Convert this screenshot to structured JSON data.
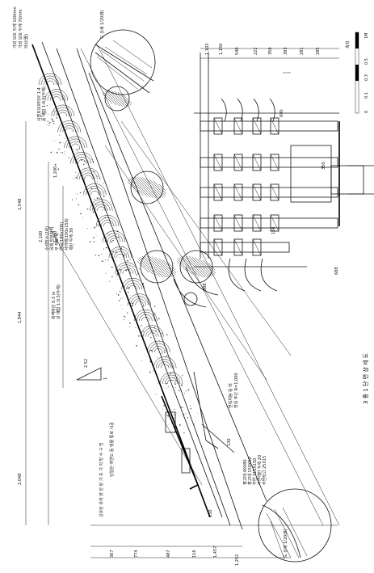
{
  "dimensions": {
    "left_chain": [
      "2,048",
      "1,944",
      "1,548",
      "2,100",
      "1,200",
      "1,200"
    ],
    "bottom_chain": [
      "367",
      "774",
      "487",
      "116",
      "1,457",
      "1,252"
    ],
    "top_chain": [
      "1,103",
      "1,150",
      "540",
      "222",
      "350",
      "383",
      "281",
      "285"
    ],
    "misc": [
      "888",
      "688",
      "166",
      "690",
      "350",
      "130",
      "150"
    ]
  },
  "slope": {
    "ratio": "2.52",
    "base": "1"
  },
  "labels": {
    "detail_top": "도 상세 1/20(B)",
    "detail_bottom": "도 상세 1/20(B)",
    "notes_top": [
      "기와 보호 두께 100mm",
      "기와 보호 두께 70mm",
      "와상(壹)",
      "시멘트모르타르 1:4",
      "흙 배합 1:0.5(두께)"
    ],
    "notes_mid": [
      "수성방수(2회)",
      "목재 방부처리",
      "부 재료 목",
      "연목(180x200)",
      "서까래(150x150)",
      "개판 두께 30"
    ],
    "notes_lower": [
      "회벽마감 0.3 m",
      "보 배합 1:0.5(두께)"
    ],
    "notes_bottom": [
      "연목지붕 등 비",
      "연목 주간 R=1,000"
    ],
    "notes_eave": [
      "평고대 40X80",
      "평고대 150X50",
      "부연 115X150",
      "부연개판 두께 20",
      "부연착고 25X15"
    ],
    "notes_gutter": [
      "당일한 아연도 동 빗물 통로 시공",
      "강호탄 유리 현 한 분 기 프 기 지 방 수 구 방"
    ]
  },
  "scale_bar": {
    "label": "축척",
    "ticks": [
      "0",
      "0.1",
      "0.3",
      "0.5",
      "1M"
    ]
  },
  "title": "3 종 1 단 면 상 세 도"
}
